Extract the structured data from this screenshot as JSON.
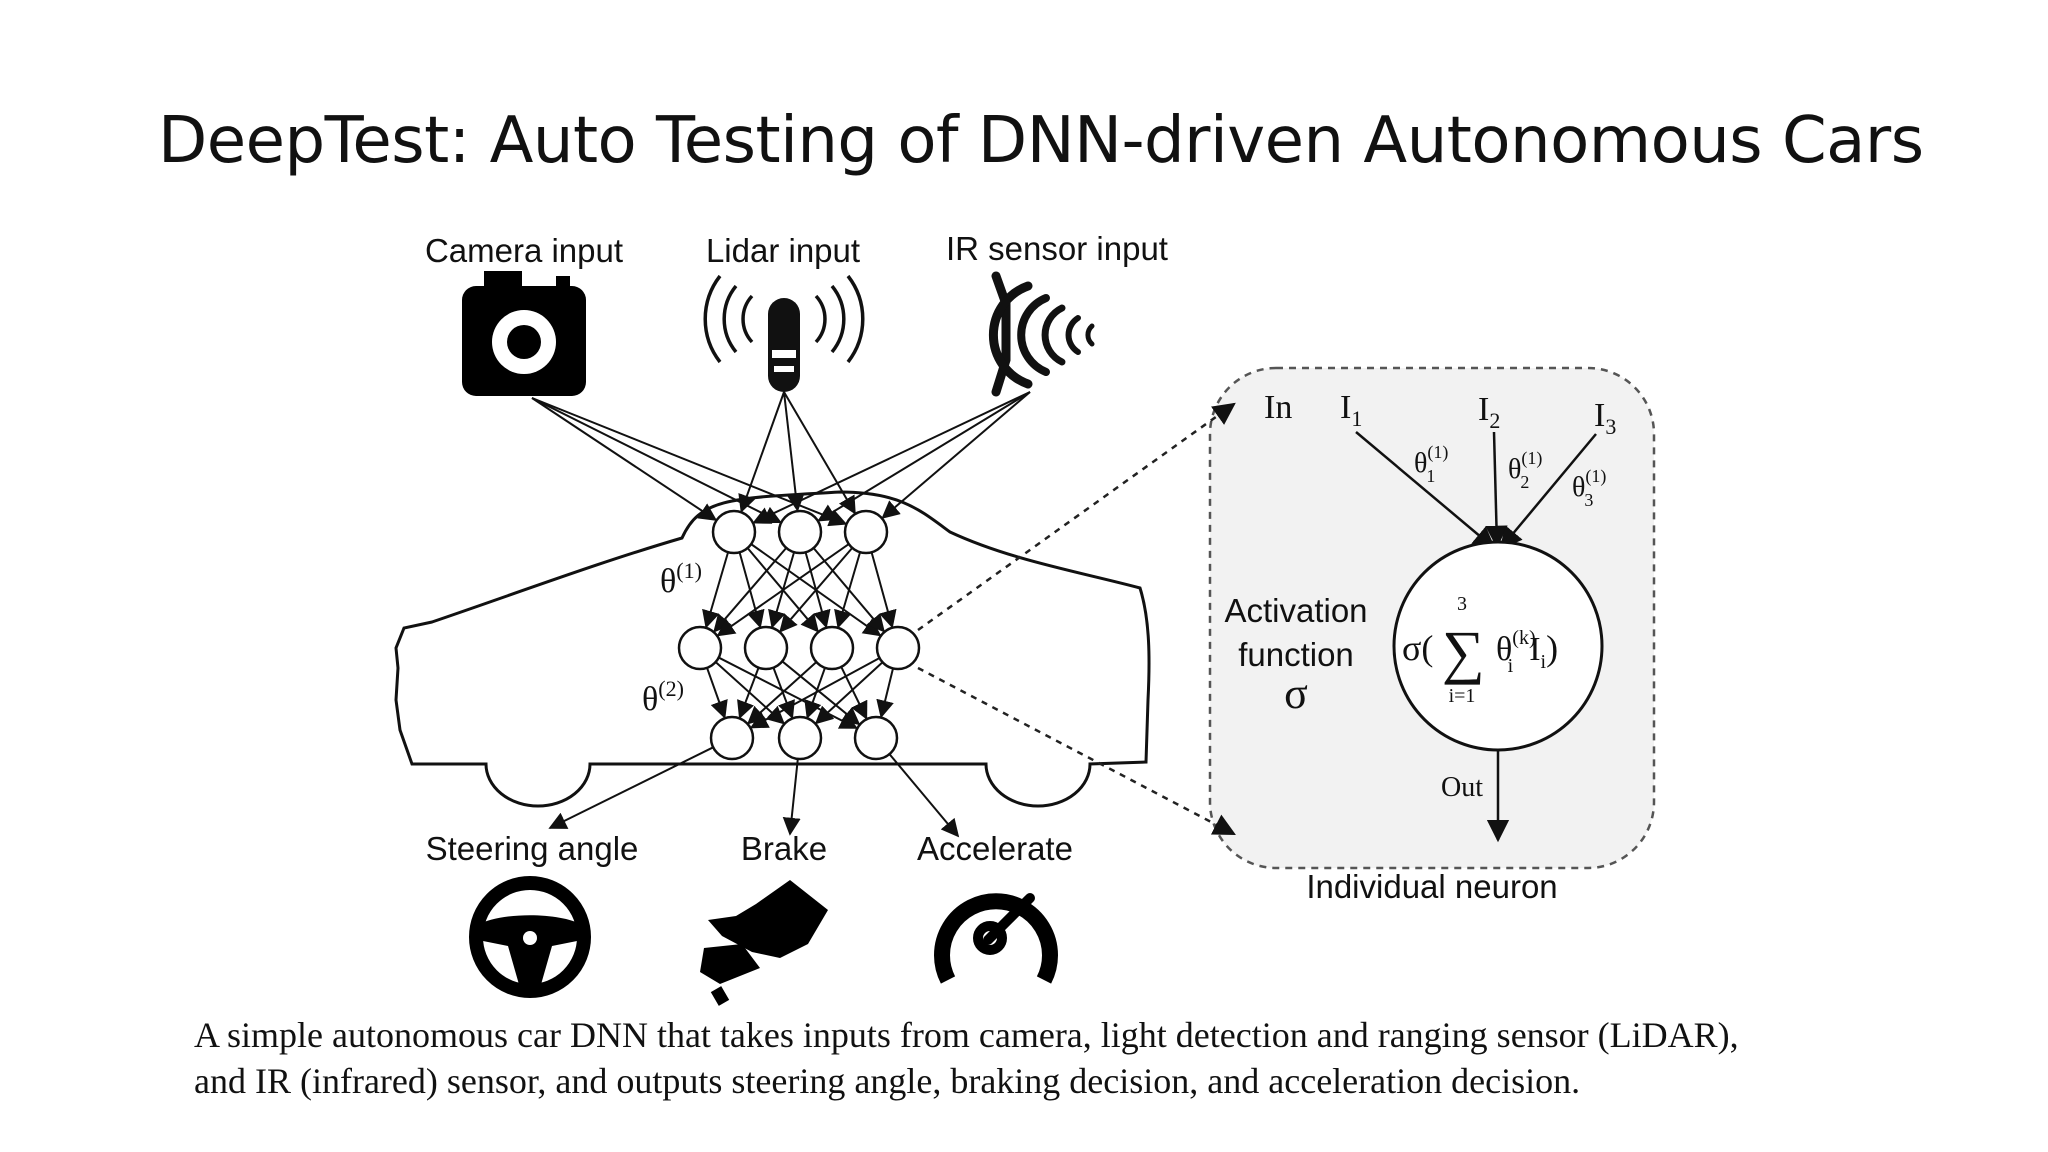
{
  "title": "DeepTest: Auto Testing of DNN-driven Autonomous Cars",
  "inputs": {
    "camera": "Camera input",
    "lidar": "Lidar input",
    "ir": "IR sensor input"
  },
  "outputs": {
    "steering": "Steering angle",
    "brake": "Brake",
    "accelerate": "Accelerate"
  },
  "weights": {
    "layer1": "θ",
    "layer1_sup": "(1)",
    "layer2": "θ",
    "layer2_sup": "(2)"
  },
  "neuron": {
    "in_label": "In",
    "inputs": [
      "I",
      "I",
      "I"
    ],
    "input_subs": [
      "1",
      "2",
      "3"
    ],
    "weight_symbol": "θ",
    "weight_sup": "(1)",
    "weight_subs": [
      "1",
      "2",
      "3"
    ],
    "activation_line1": "Activation",
    "activation_line2": "function",
    "activation_symbol": "σ",
    "formula_open": "σ(",
    "sum_symbol": "∑",
    "sum_upper": "3",
    "sum_lower": "i=1",
    "formula_theta": "θ",
    "formula_sup": "(k)",
    "formula_sub": "i",
    "formula_I": "I",
    "formula_I_sub": "i",
    "formula_close": ")",
    "out_label": "Out",
    "caption": "Individual neuron"
  },
  "caption": {
    "line1": "A simple autonomous car DNN that takes inputs from camera, light detection and ranging sensor (LiDAR),",
    "line2": "and IR (infrared) sensor, and outputs steering angle, braking decision, and acceleration decision."
  }
}
